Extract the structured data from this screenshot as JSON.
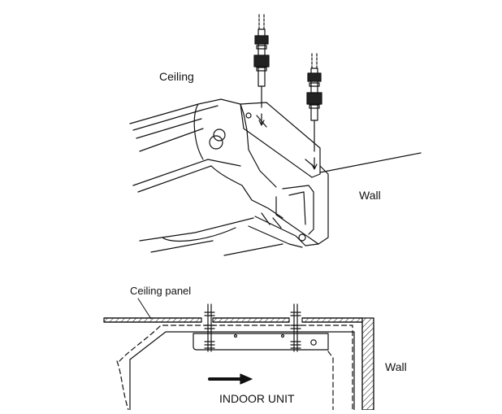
{
  "labels": {
    "ceiling": "Ceiling",
    "wall_top": "Wall",
    "ceiling_panel": "Ceiling panel",
    "wall_bottom": "Wall",
    "indoor_unit": "INDOOR UNIT"
  },
  "icons": {
    "direction_arrow": "arrow-right-icon"
  }
}
